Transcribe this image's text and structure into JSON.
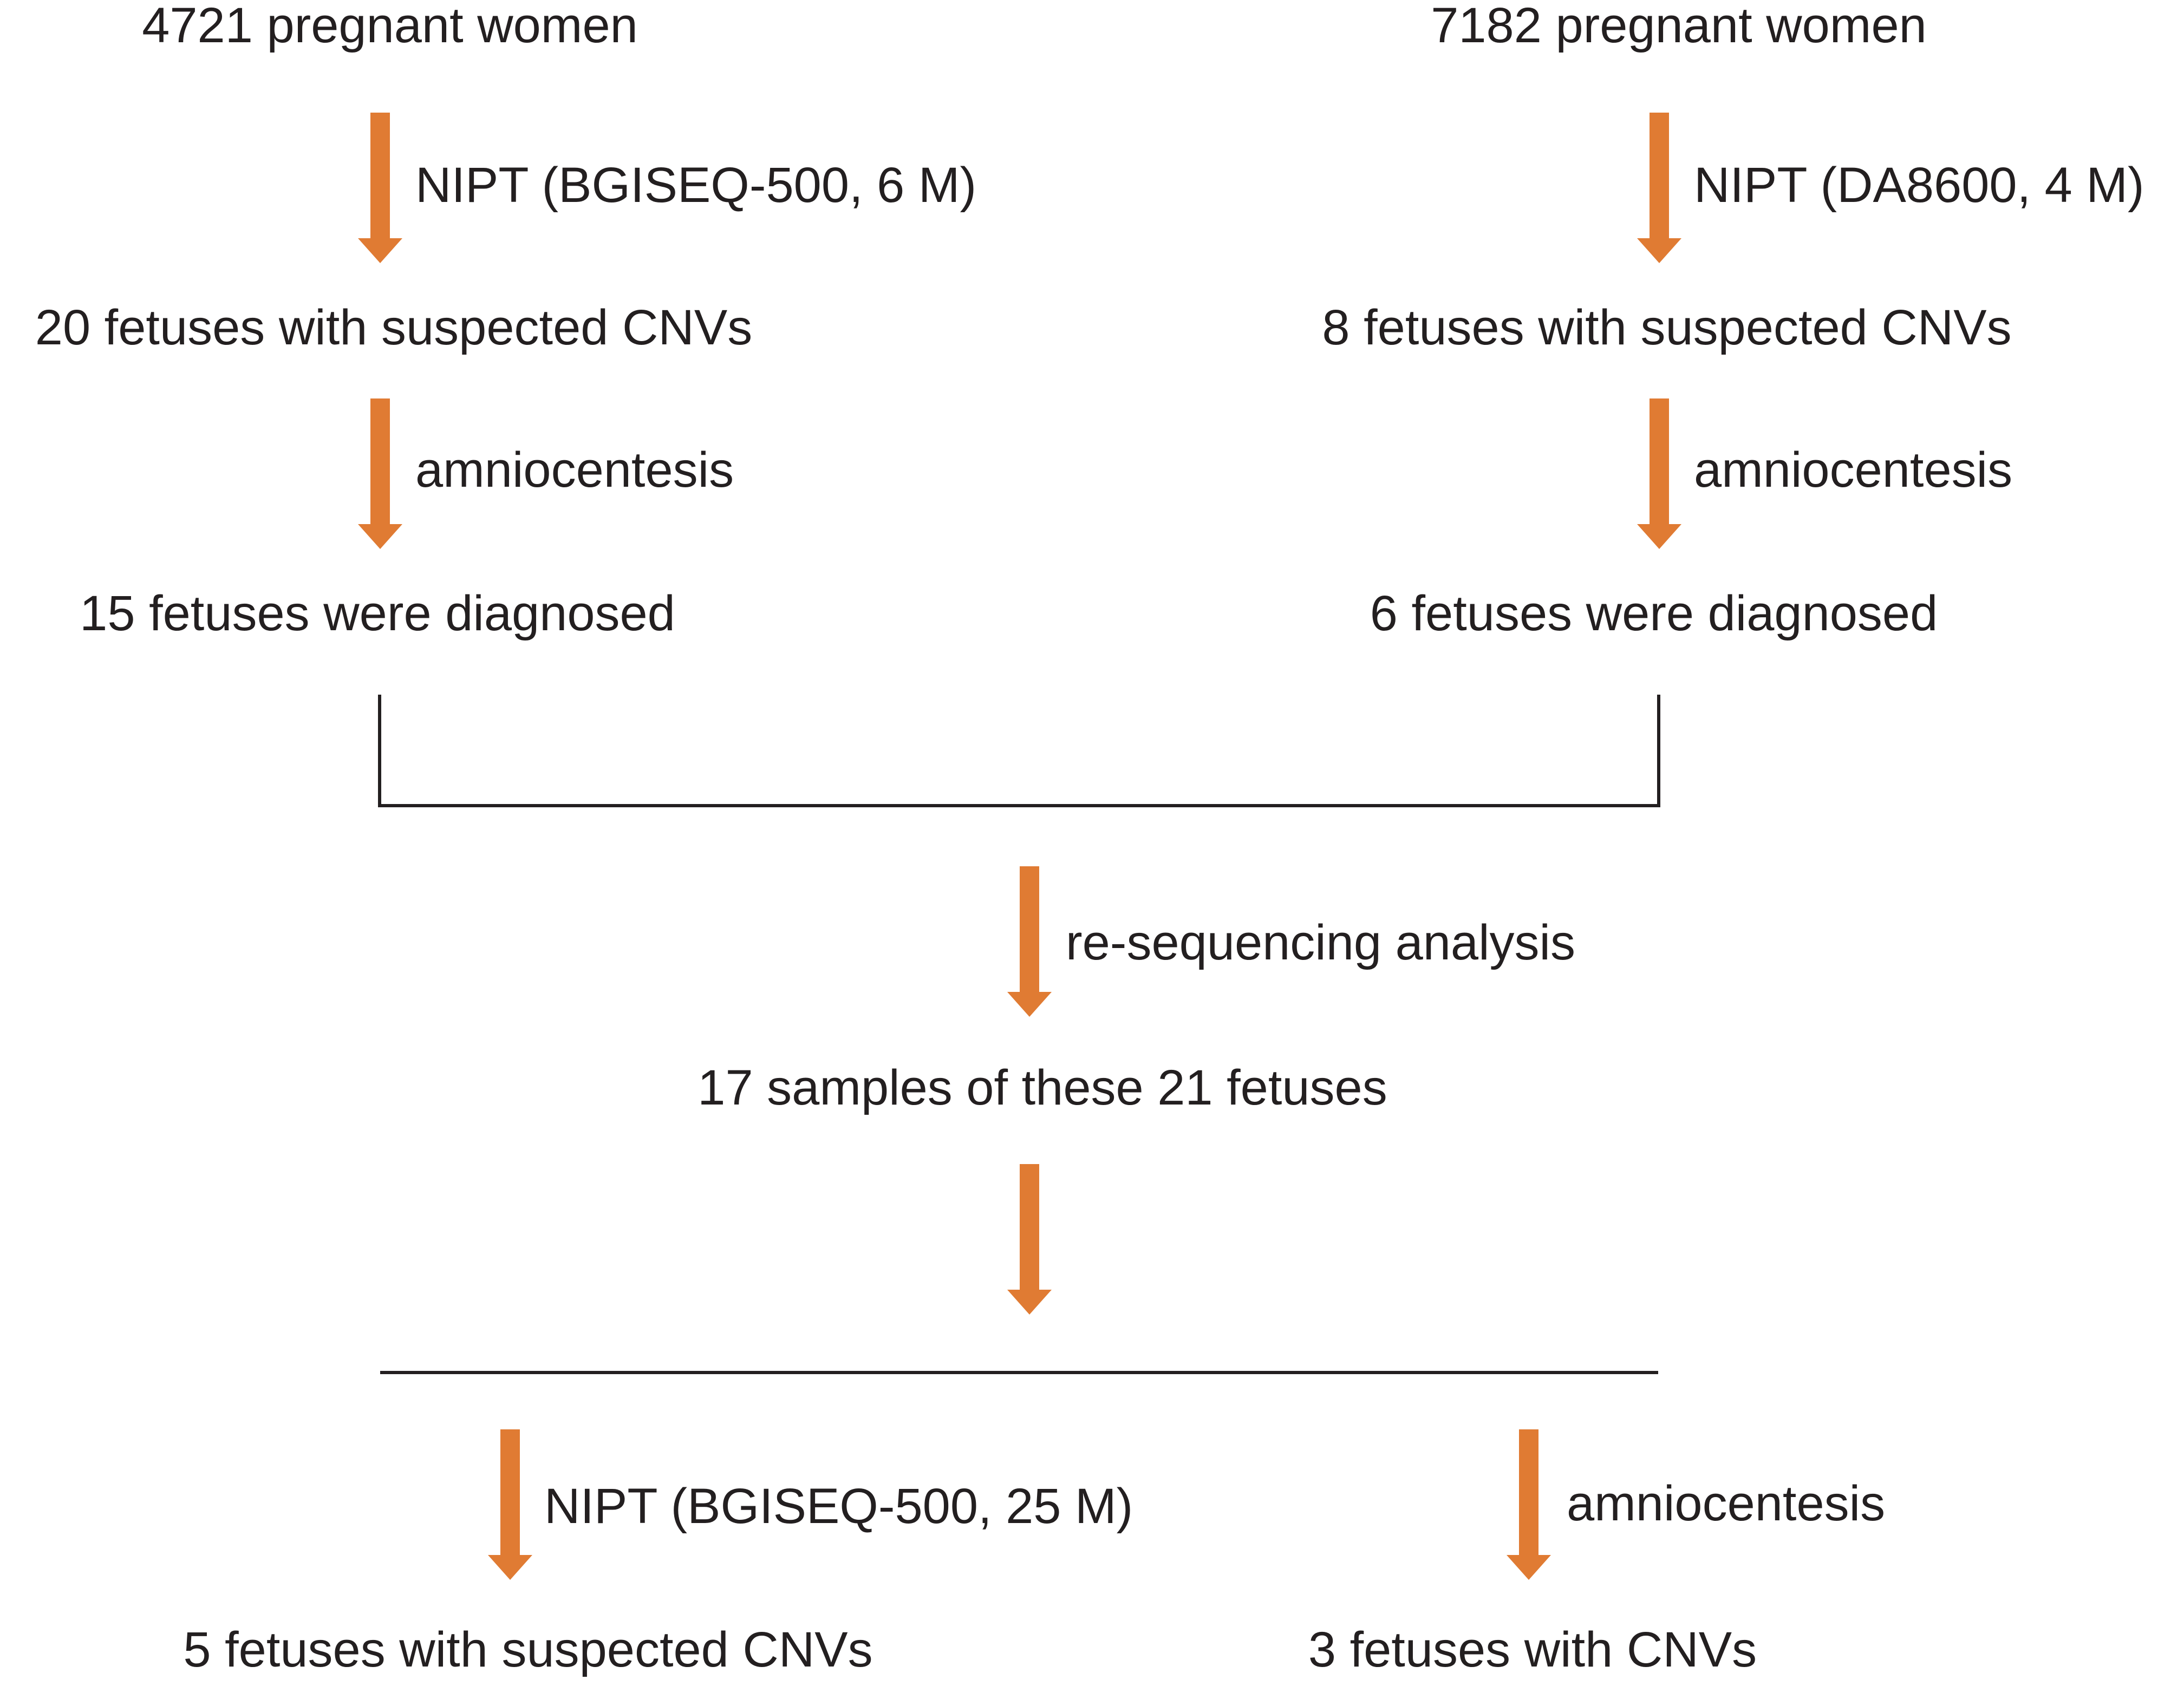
{
  "colors": {
    "arrow": "#e07b33",
    "line": "#231f20",
    "text": "#231f20"
  },
  "diagram": {
    "nodes": {
      "left_women": "4721 pregnant women",
      "right_women": "7182 pregnant women",
      "left_suspected": "20 fetuses with suspected CNVs",
      "right_suspected": "8 fetuses with suspected CNVs",
      "left_diagnosed": "15 fetuses were diagnosed",
      "right_diagnosed": "6 fetuses were diagnosed",
      "samples": "17 samples of these 21 fetuses",
      "bottom_left_result": "5 fetuses with suspected CNVs",
      "bottom_right_result": "3 fetuses with CNVs"
    },
    "edges": {
      "left_nipt": "NIPT (BGISEQ-500, 6 M)",
      "right_nipt": "NIPT (DA8600, 4 M)",
      "left_amnio": "amniocentesis",
      "right_amnio": "amniocentesis",
      "resequencing": "re-sequencing analysis",
      "bottom_left_nipt": "NIPT (BGISEQ-500, 25 M)",
      "bottom_right_amnio": "amniocentesis"
    }
  }
}
